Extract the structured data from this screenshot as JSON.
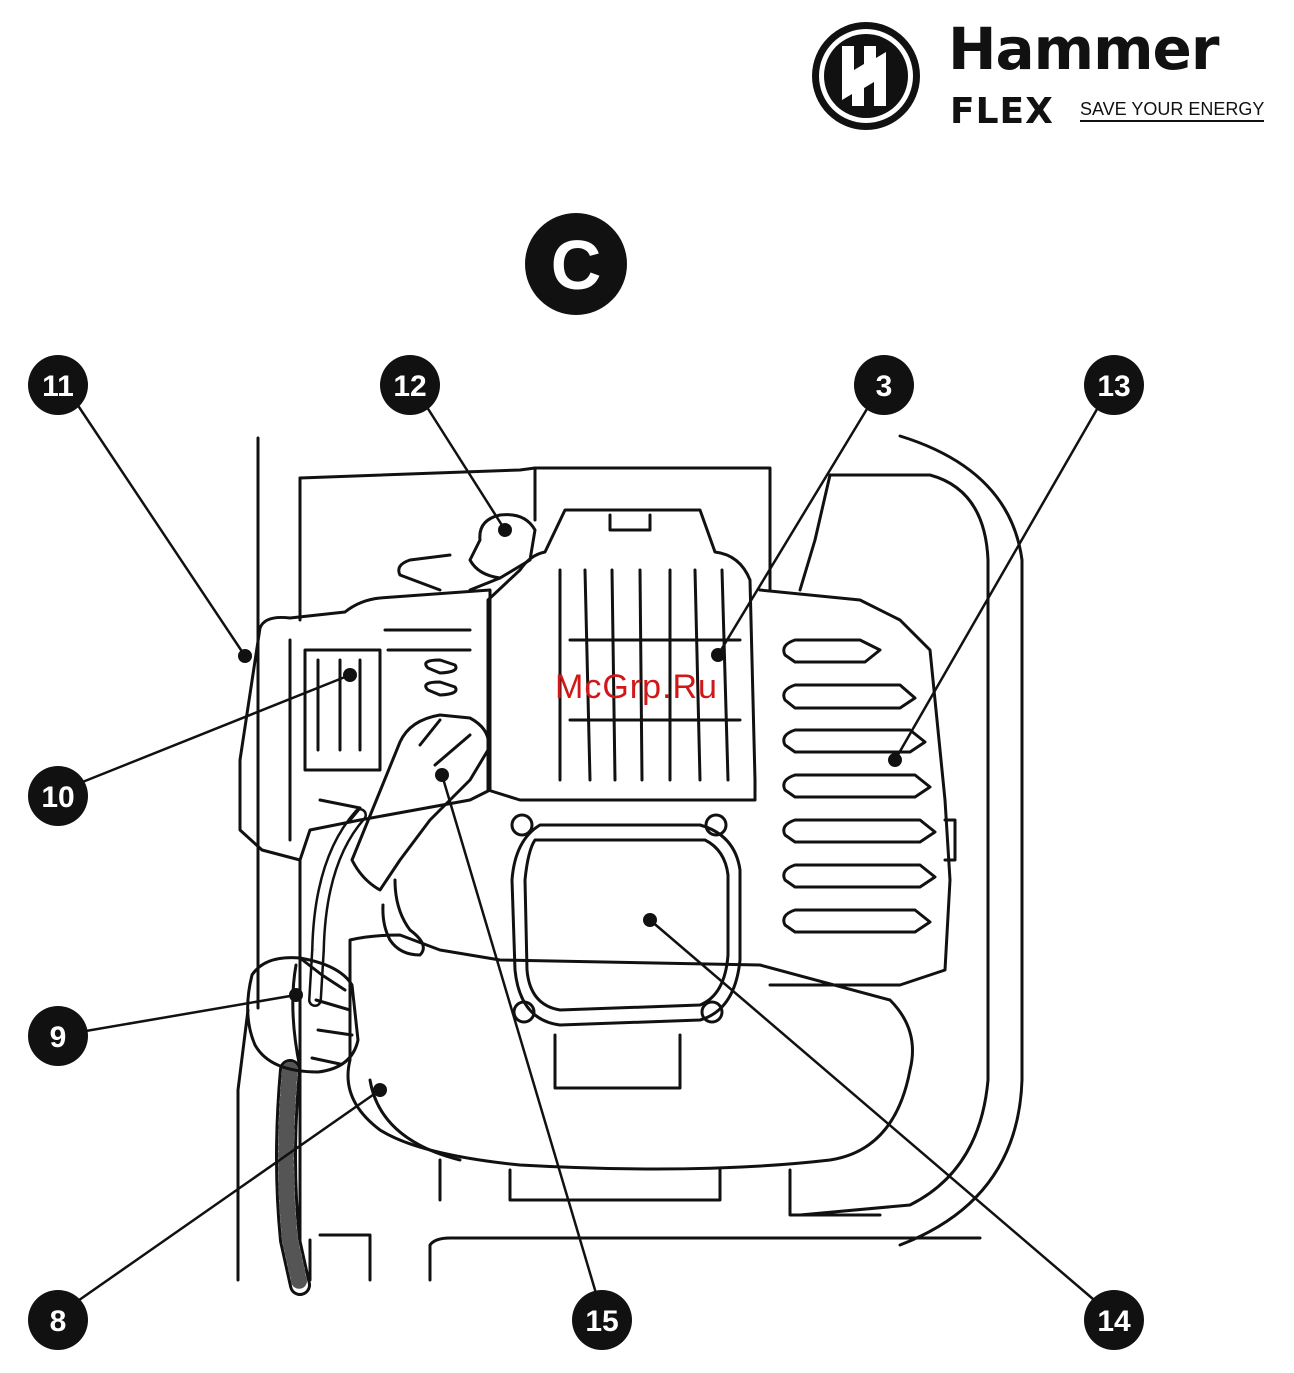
{
  "logo": {
    "brand": "Hammer",
    "line": "FLEX",
    "slogan": "SAVE YOUR ENERGY"
  },
  "section_label": "C",
  "watermark": "McGrp.Ru",
  "callouts": [
    "11",
    "12",
    "3",
    "13",
    "10",
    "9",
    "8",
    "15",
    "14"
  ]
}
